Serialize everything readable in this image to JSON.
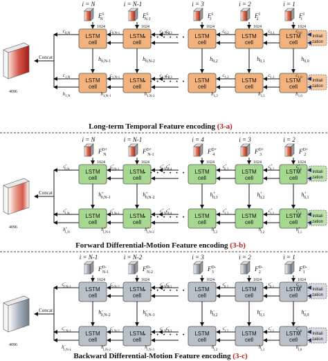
{
  "colors": {
    "red": "#c8332a",
    "orange_cell": "#f2b27e",
    "green_cell": "#a6d891",
    "gray_cell": "#b9c0c8",
    "tag_red": "#c0181b",
    "init_orange": "#f6c9a0",
    "init_green": "#bfe3ad",
    "init_gray": "#d6d9dd"
  },
  "shared": {
    "cell_line1": "LSTM",
    "cell_line2": "cell",
    "init_line1": "Initiali",
    "init_line2": "zation",
    "dim_1024": "1024",
    "dim_4096": "4096",
    "concat": "Concat",
    "ellipsis": "· · · · · · ·"
  },
  "panel_a": {
    "indices": [
      "i = N",
      "i = N-1",
      "i = 3",
      "i = 2",
      "i = 1"
    ],
    "features": [
      "F",
      "F",
      "F",
      "F",
      "F"
    ],
    "feature_sub": [
      "N",
      "N-1",
      "3",
      "2",
      "1"
    ],
    "feature_sup": [
      "1",
      "1",
      "1",
      "1",
      "1"
    ],
    "c0": [
      "c0,N",
      "c0,N-1",
      "c0,N-2",
      "c0,3",
      "c0,2",
      "c0,1",
      "c0,0"
    ],
    "h0": [
      "h0,N-1",
      "h0,N-2",
      "h0,2",
      "h0,1",
      "h0,0"
    ],
    "c1": [
      "c1,N",
      "c1,N-1",
      "c1,N-2",
      "c1,3",
      "c1,2",
      "c1,1",
      "c1,0"
    ],
    "h1": [
      "h1,N",
      "h1,N-1",
      "h1,N-2",
      "h1,2",
      "h1,1",
      "h1,0"
    ],
    "caption": "Long-term Temporal Feature encoding",
    "tag": "(3-a)"
  },
  "panel_b": {
    "indices": [
      "i = N",
      "i = N-1",
      "i = 4",
      "i = 3",
      "i = 2"
    ],
    "features": [
      "F",
      "F",
      "F",
      "F",
      "F"
    ],
    "feature_sub": [
      "N",
      "N-1",
      "4",
      "3",
      "2"
    ],
    "feature_sup": [
      "D+",
      "D+",
      "D+",
      "D+",
      "D+"
    ],
    "c0": [
      "c+0,N",
      "c+0,N-1",
      "c+0,N-2",
      "c+0,4",
      "c+0,3",
      "c+0,2",
      "c+0,1"
    ],
    "h0": [
      "h+0,N-1",
      "h+0,N-2",
      "h+0,3",
      "h+0,2",
      "h+0,1"
    ],
    "c1": [
      "c+1,N",
      "c+1,N-1",
      "c+1,N-2",
      "c+1,4",
      "c+1,3",
      "c+1,2",
      "c+1,1"
    ],
    "h1": [
      "h+1,N",
      "h+1,N-1",
      "h+1,N-2",
      "h+1,3",
      "h+1,2",
      "h+1,1"
    ],
    "caption": "Forward Differential-Motion Feature encoding",
    "tag": "(3-b)"
  },
  "panel_c": {
    "indices": [
      "i = N-1",
      "i = N-2",
      "i = 3",
      "i = 2",
      "i = 1"
    ],
    "features": [
      "F",
      "F",
      "F",
      "F",
      "F"
    ],
    "feature_sub": [
      "N-1",
      "N-2",
      "3",
      "2",
      "1"
    ],
    "feature_sup": [
      "D-",
      "D-",
      "D-",
      "D-",
      "D-"
    ],
    "c0": [
      "c-0,N-1",
      "c-0,N-2",
      "c-0,N-3",
      "c-0,3",
      "c-0,2",
      "c-0,1",
      "c-0,0"
    ],
    "h0": [
      "h-0,N-2",
      "h-0,N-3",
      "h-0,2",
      "h-0,1",
      "h-0,0"
    ],
    "c1": [
      "c-1,N-1",
      "c-1,N-2",
      "c-1,N-3",
      "c-1,3",
      "c-1,2",
      "c-1,1",
      "c-1,0"
    ],
    "h1": [
      "h-1,N-1",
      "h-1,N-2",
      "h-1,N-3",
      "h-1,2",
      "h-1,1",
      "h-1,0"
    ],
    "caption": "Backward Differential-Motion Feature encoding",
    "tag": "(3-c)"
  }
}
